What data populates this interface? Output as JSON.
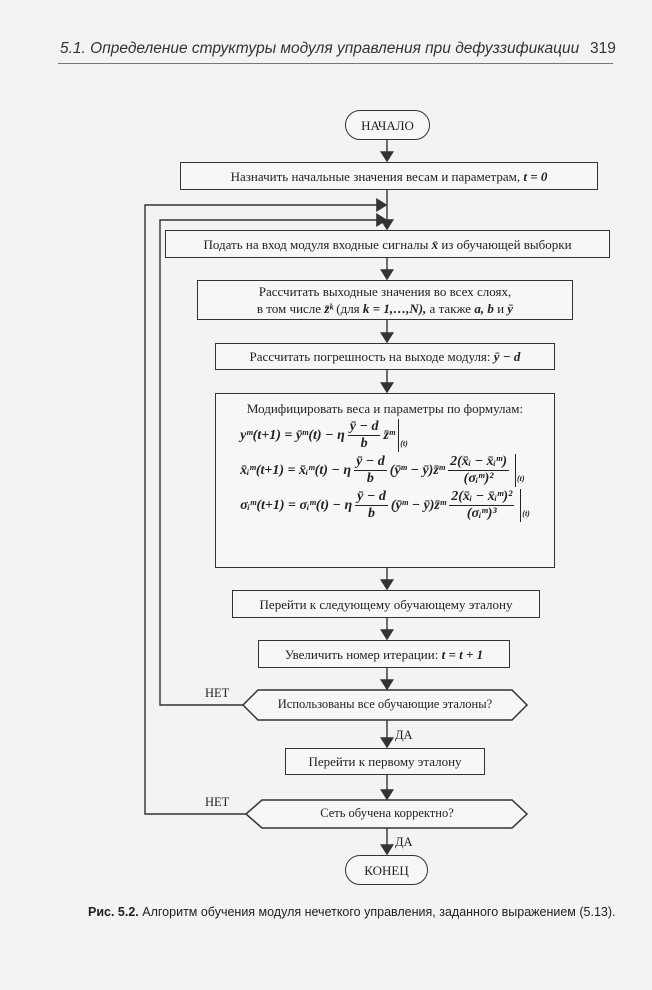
{
  "header": {
    "title": "5.1. Определение структуры модуля управления при дефуззификации",
    "page_number": "319"
  },
  "flowchart": {
    "start": "НАЧАЛО",
    "init": "Назначить начальные значения весам и параметрам,",
    "init_math": "t = 0",
    "input_pre": "Подать на вход модуля входные сигналы",
    "input_math": "x̄",
    "input_post": "из обучающей выборки",
    "compute_line1": "Рассчитать выходные значения во всех слоях,",
    "compute_line2_pre": "в том числе",
    "compute_line2_math1": "z̄ᵏ",
    "compute_line2_mid": "(для",
    "compute_line2_math2": "k = 1,…,N),",
    "compute_line2_post": "а также",
    "compute_line2_math3": "a, b",
    "compute_line2_and": "и",
    "compute_line2_math4": "ȳ",
    "error": "Рассчитать погрешность на выходе модуля:",
    "error_math": "ȳ − d",
    "modify_title": "Модифицировать веса и параметры по формулам:",
    "formulas": [
      [
        {
          "t": "yᵐ(t+1) = ȳᵐ(t) − η"
        },
        {
          "n": "ȳ − d",
          "d": "b"
        },
        {
          "t": "z̄ᵐ"
        },
        {
          "bar": "(t)"
        }
      ],
      [
        {
          "t": "x̄ᵢᵐ(t+1) = x̄ᵢᵐ(t) − η"
        },
        {
          "n": "ȳ − d",
          "d": "b"
        },
        {
          "t": "(ȳᵐ − ȳ)z̄ᵐ"
        },
        {
          "n": "2(x̄ᵢ − x̄ᵢᵐ)",
          "d": "(σᵢᵐ)²"
        },
        {
          "bar": "(t)"
        }
      ],
      [
        {
          "t": "σᵢᵐ(t+1) = σᵢᵐ(t) − η"
        },
        {
          "n": "ȳ − d",
          "d": "b"
        },
        {
          "t": "(ȳᵐ − ȳ)z̄ᵐ"
        },
        {
          "n": "2(x̄ᵢ − x̄ᵢᵐ)²",
          "d": "(σᵢᵐ)³"
        },
        {
          "bar": "(t)"
        }
      ]
    ],
    "next_sample": "Перейти к следующему обучающему эталону",
    "increment": "Увеличить номер итерации:",
    "increment_math": "t = t + 1",
    "decision1": "Использованы все обучающие эталоны?",
    "no1": "НЕТ",
    "yes1": "ДА",
    "first_sample": "Перейти к первому эталону",
    "decision2": "Сеть обучена корректно?",
    "no2": "НЕТ",
    "yes2": "ДА",
    "end": "КОНЕЦ"
  },
  "caption": {
    "label": "Рис. 5.2.",
    "text": "Алгоритм обучения модуля нечеткого управления, заданного выражением (5.13)."
  }
}
